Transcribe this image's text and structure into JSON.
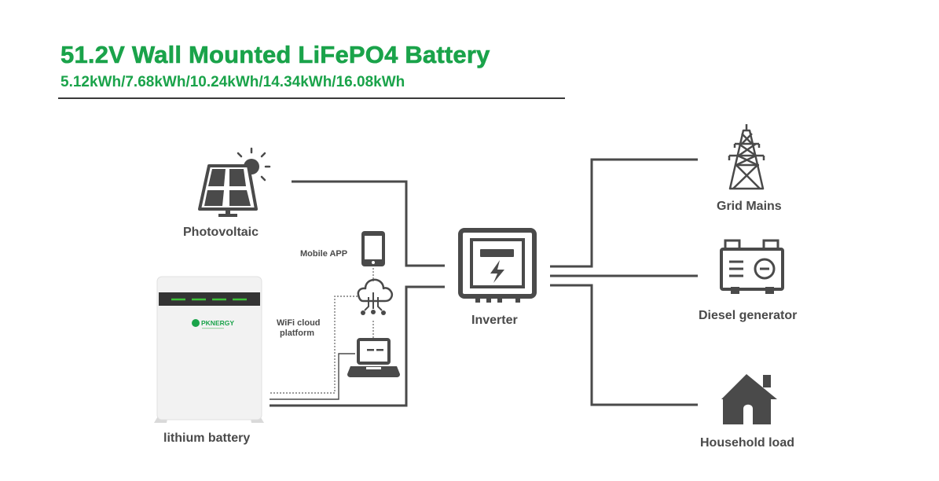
{
  "header": {
    "title": "51.2V Wall Mounted LiFePO4 Battery",
    "subtitle": "5.12kWh/7.68kWh/10.24kWh/14.34kWh/16.08kWh"
  },
  "nodes": {
    "photovoltaic": "Photovoltaic",
    "lithium_battery": "lithium battery",
    "mobile_app": "Mobile APP",
    "wifi_cloud_line1": "WiFi cloud",
    "wifi_cloud_line2": "platform",
    "inverter": "Inverter",
    "grid_mains": "Grid Mains",
    "diesel_generator": "Diesel generator",
    "household_load": "Household load"
  },
  "battery_logo_text": "PKNERGY",
  "colors": {
    "accent": "#1aa34a",
    "line": "#4a4a4a",
    "led": "#3ec23a"
  },
  "icons": [
    "solar-panel-icon",
    "sun-icon",
    "phone-icon",
    "cloud-icon",
    "laptop-icon",
    "inverter-icon",
    "transmission-tower-icon",
    "generator-icon",
    "house-icon"
  ]
}
